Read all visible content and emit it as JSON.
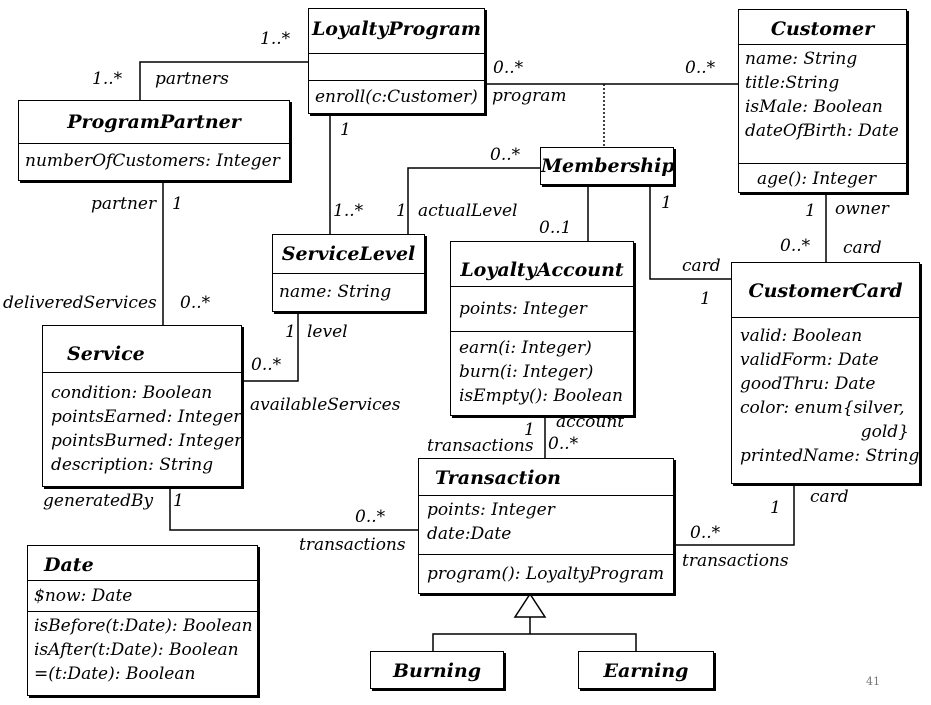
{
  "classes": {
    "loyalty_program": {
      "name": "LoyaltyProgram",
      "operations": [
        "enroll(c:Customer)"
      ]
    },
    "customer": {
      "name": "Customer",
      "attributes": [
        "name: String",
        "title:String",
        "isMale: Boolean",
        "dateOfBirth: Date"
      ],
      "operations": [
        "age(): Integer"
      ]
    },
    "program_partner": {
      "name": "ProgramPartner",
      "attributes": [
        "numberOfCustomers: Integer"
      ]
    },
    "membership": {
      "name": "Membership"
    },
    "service_level": {
      "name": "ServiceLevel",
      "attributes": [
        "name: String"
      ]
    },
    "loyalty_account": {
      "name": "LoyaltyAccount",
      "attributes": [
        "points: Integer"
      ],
      "operations": [
        "earn(i: Integer)",
        "burn(i: Integer)",
        "isEmpty(): Boolean"
      ]
    },
    "customer_card": {
      "name": "CustomerCard",
      "attributes": [
        "valid: Boolean",
        "validForm: Date",
        "goodThru: Date",
        "color: enum{silver,",
        "gold}",
        "printedName: String"
      ]
    },
    "service": {
      "name": "Service",
      "attributes": [
        "condition: Boolean",
        "pointsEarned: Integer",
        "pointsBurned: Integer",
        "description: String"
      ]
    },
    "transaction": {
      "name": "Transaction",
      "attributes": [
        "points: Integer",
        "date:Date"
      ],
      "operations": [
        "program(): LoyaltyProgram"
      ]
    },
    "date": {
      "name": "Date",
      "attributes": [
        "$now: Date"
      ],
      "operations": [
        "isBefore(t:Date): Boolean",
        "isAfter(t:Date): Boolean",
        "=(t:Date): Boolean"
      ]
    },
    "burning": {
      "name": "Burning"
    },
    "earning": {
      "name": "Earning"
    }
  },
  "labels": {
    "lp_partner_mult": "1..*",
    "pp_partner_mult": "1..*",
    "partners": "partners",
    "lp_customer_mult": "0..*",
    "customer_lp_mult": "0..*",
    "program": "program",
    "lp_level_mult": "1",
    "sl_mult": "1..*",
    "membership_sl_mult": "0..*",
    "actual_level_mult": "1",
    "actual_level": "actualLevel",
    "account_mult": "0..1",
    "partner": "partner",
    "partner_mult": "1",
    "delivered_services": "deliveredServices",
    "delivered_mult": "0..*",
    "level_mult": "1",
    "level": "level",
    "available_mult": "0..*",
    "available_services": "availableServices",
    "membership_card_mult": "1",
    "card_role_membership": "card",
    "card_membership_mult": "1",
    "owner_mult": "1",
    "owner": "owner",
    "card_customer_mult": "0..*",
    "card_role_customer": "card",
    "transactions_account": "transactions",
    "account_tr_mult": "1",
    "account": "account",
    "account_tx_mult": "0..*",
    "generated_by": "generatedBy",
    "generated_mult": "1",
    "service_tx_mult": "0..*",
    "service_tx_role": "transactions",
    "card_tx_mult": "0..*",
    "card_tx_role": "transactions",
    "card_tx_one": "1",
    "card_tx_card": "card"
  },
  "page_number": "41"
}
